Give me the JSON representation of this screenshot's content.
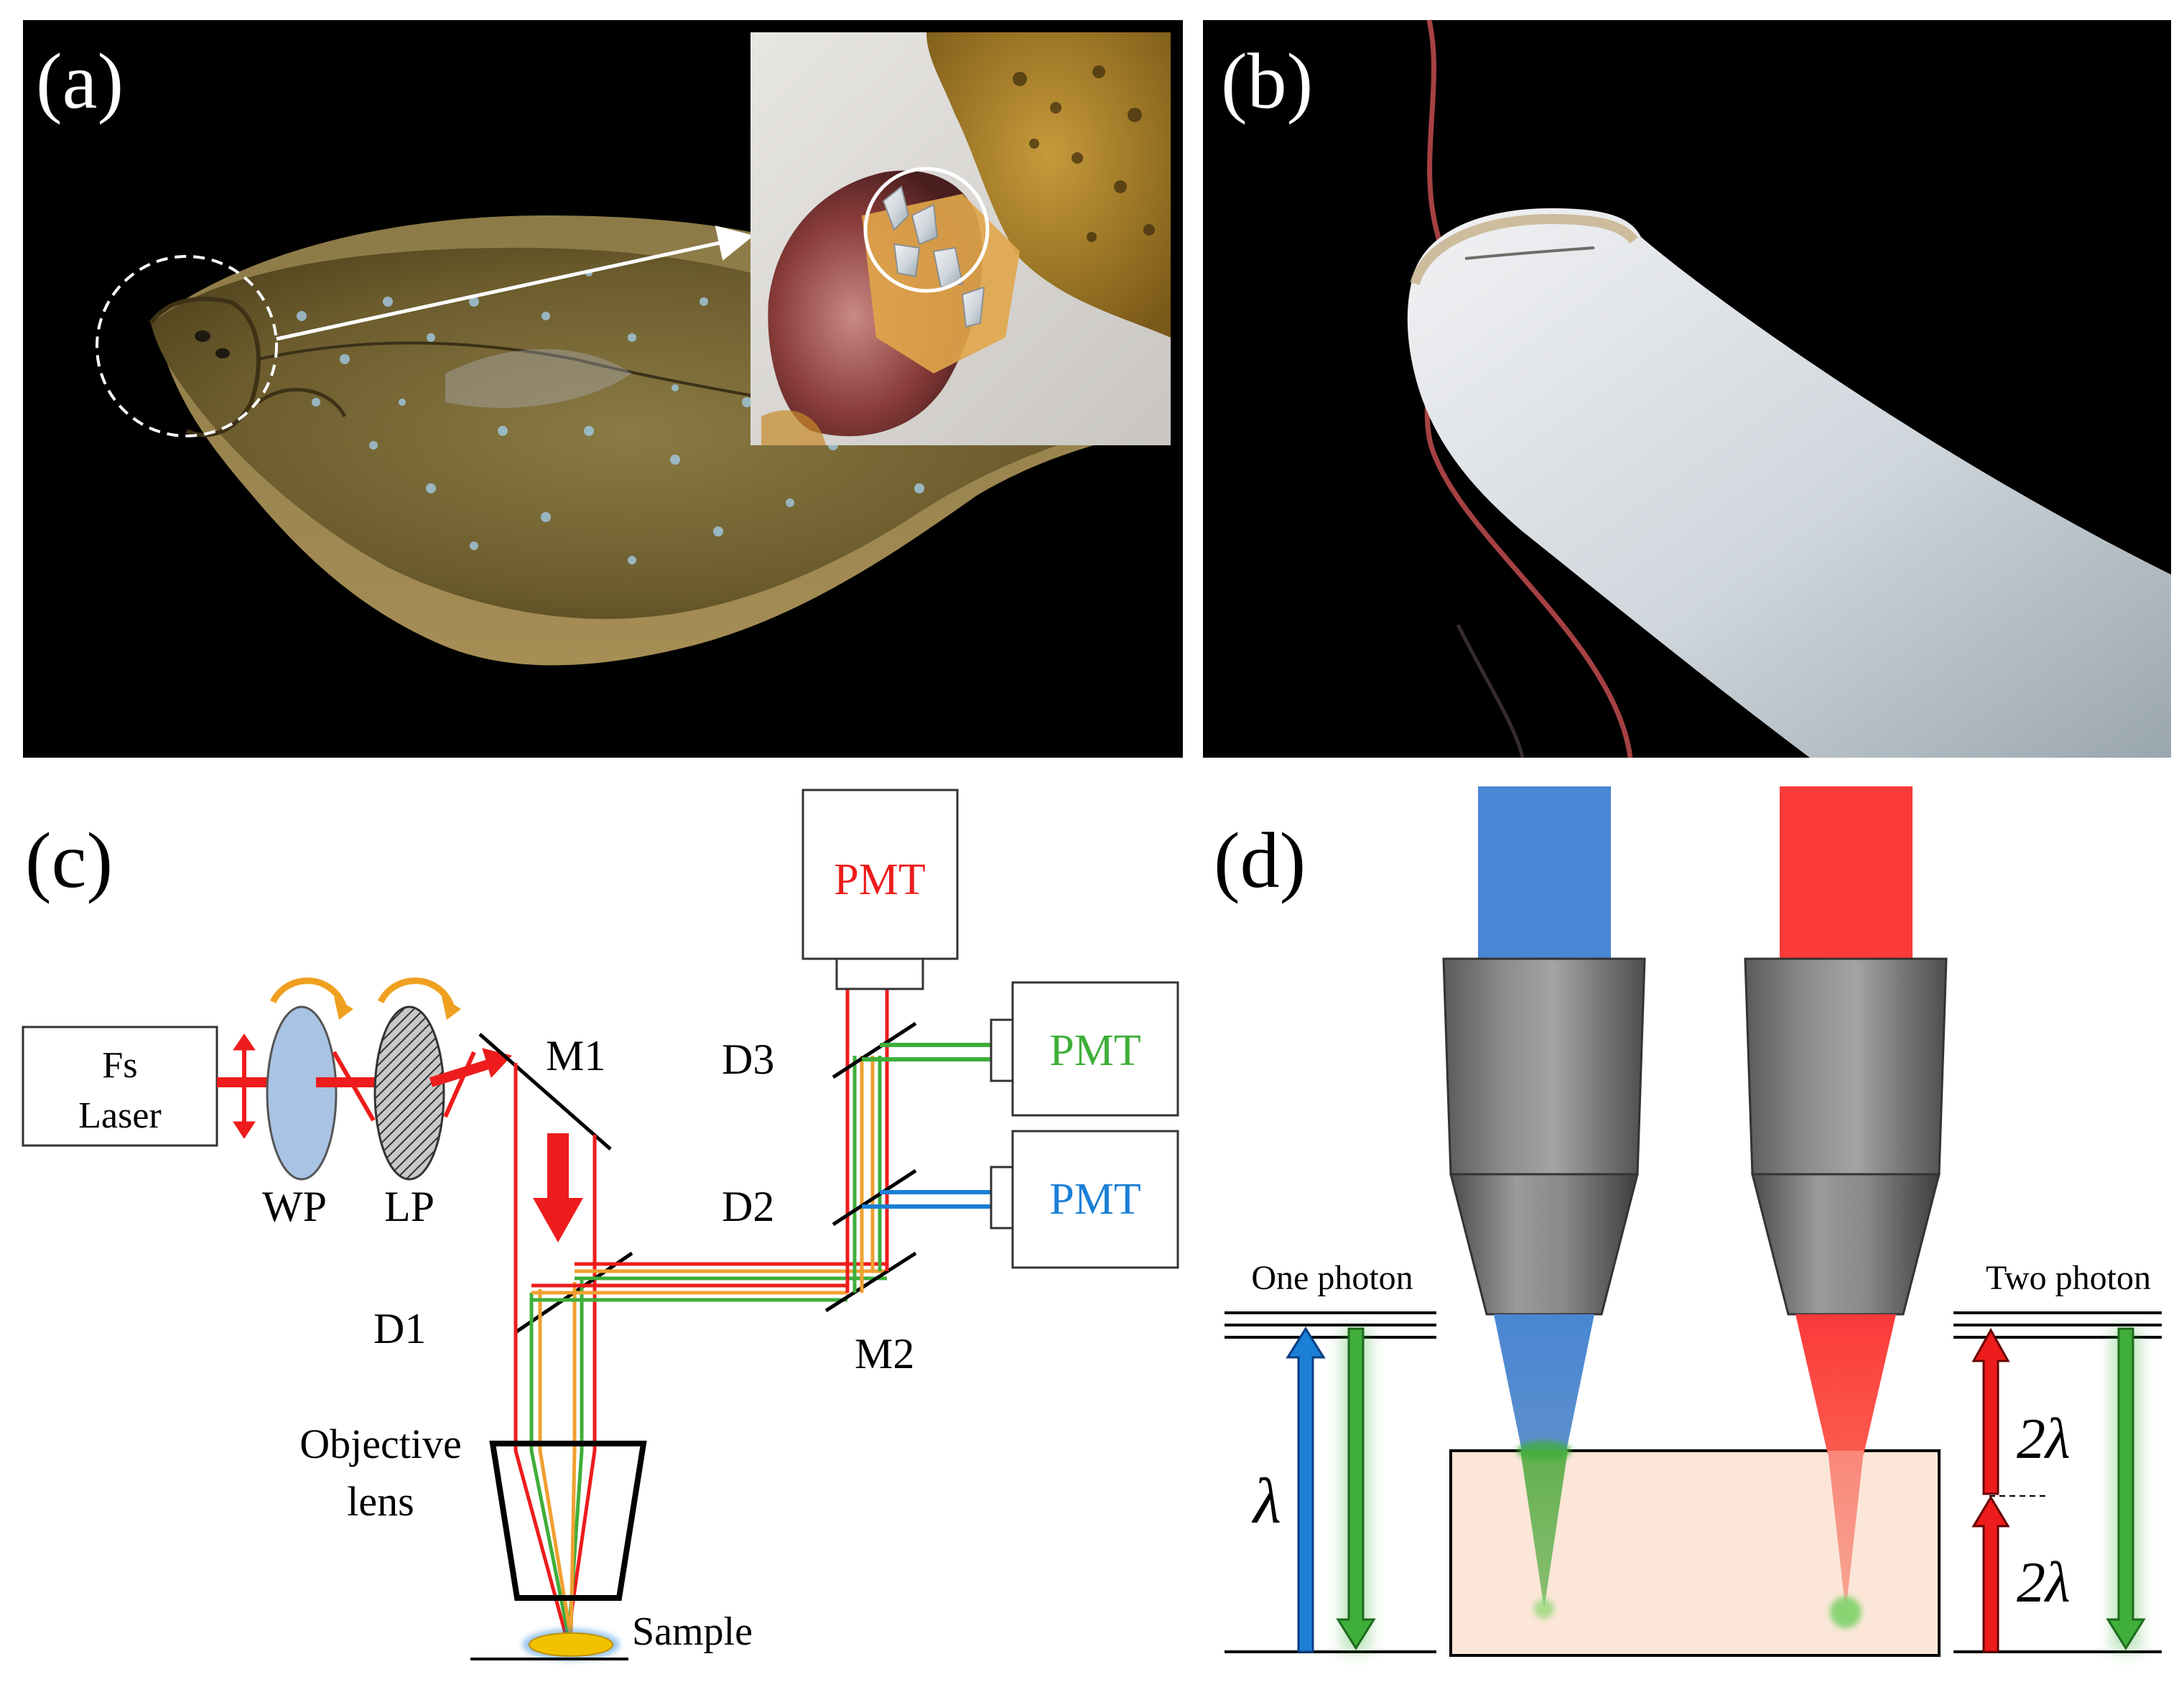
{
  "panels": {
    "a": {
      "label": "(a)"
    },
    "b": {
      "label": "(b)"
    },
    "c": {
      "label": "(c)",
      "laser": [
        "Fs",
        "Laser"
      ],
      "wp": "WP",
      "lp": "LP",
      "m1": "M1",
      "m2": "M2",
      "d1": "D1",
      "d2": "D2",
      "d3": "D3",
      "pmt_red": "PMT",
      "pmt_green": "PMT",
      "pmt_blue": "PMT",
      "objective": [
        "Objective",
        "lens"
      ],
      "sample": "Sample"
    },
    "d": {
      "label": "(d)",
      "one_photon": "One photon",
      "two_photon": "Two photon",
      "lambda": "λ",
      "two_lambda_upper": "2λ",
      "two_lambda_lower": "2λ"
    }
  },
  "colors": {
    "beam_red": "#ee1c1c",
    "beam_green": "#3fae3a",
    "beam_orange": "#f0a030",
    "beam_blue": "#1b7fd6",
    "blue_beam_block": "#4a86d4",
    "red_beam_block": "#fb3a3a",
    "sample_block": "#fbe6d8",
    "sample_dot": "#f2c200"
  }
}
